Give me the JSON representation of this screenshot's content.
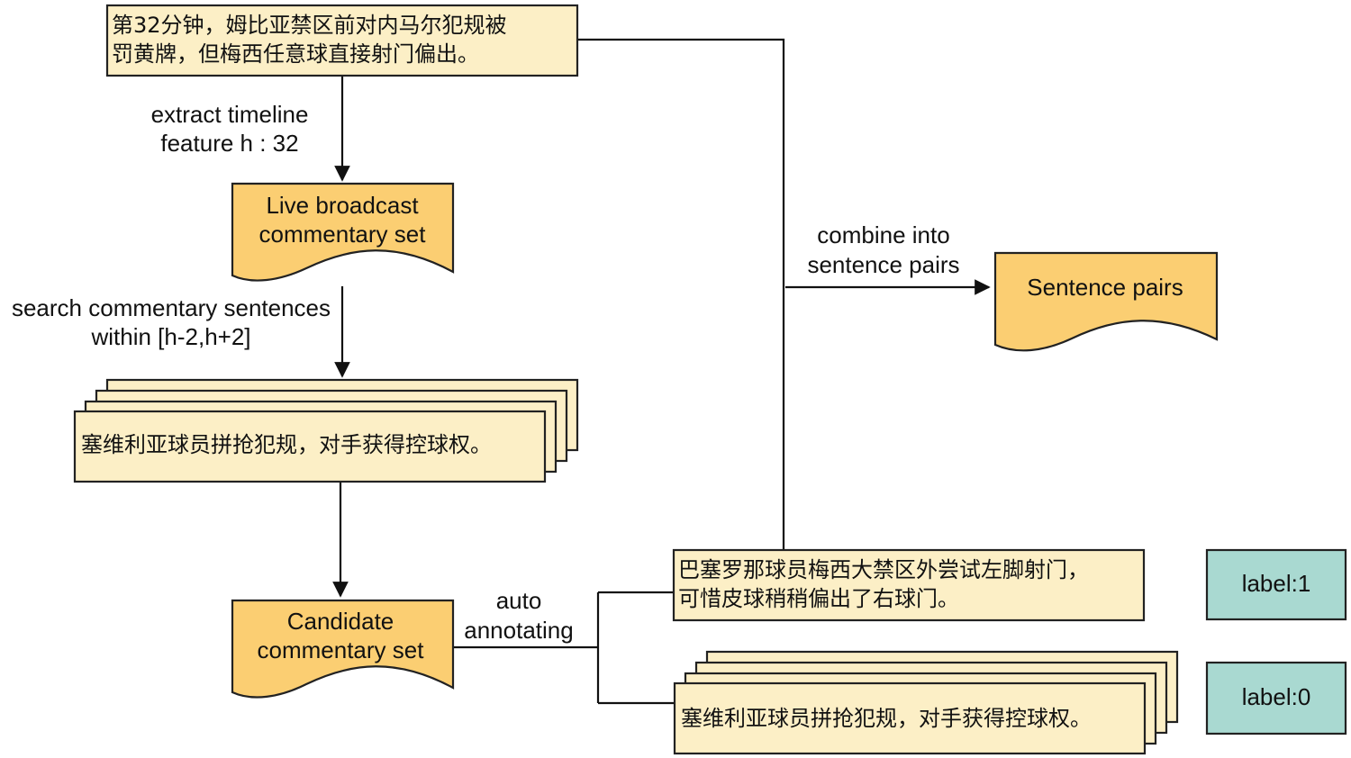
{
  "source_box": {
    "line1": "第32分钟，姆比亚禁区前对内马尔犯规被",
    "line2": "罚黄牌，但梅西任意球直接射门偏出。"
  },
  "edge_extract": {
    "line1": "extract timeline",
    "line2": "feature h : 32"
  },
  "live_set": {
    "line1": "Live broadcast",
    "line2": "commentary set"
  },
  "edge_search": {
    "line1": "search commentary sentences",
    "line2": "within [h-2,h+2]"
  },
  "stack_left": {
    "text": "塞维利亚球员拼抢犯规，对手获得控球权。"
  },
  "candidate_set": {
    "line1": "Candidate",
    "line2": "commentary set"
  },
  "edge_annotate": {
    "line1": "auto",
    "line2": "annotating"
  },
  "edge_combine": {
    "line1": "combine into",
    "line2": "sentence pairs"
  },
  "sentence_pairs": {
    "text": "Sentence pairs"
  },
  "positive_box": {
    "line1": "巴塞罗那球员梅西大禁区外尝试左脚射门，",
    "line2": "可惜皮球稍稍偏出了右球门。"
  },
  "stack_right": {
    "text": "塞维利亚球员拼抢犯规，对手获得控球权。"
  },
  "label_pos": {
    "text": "label:1"
  },
  "label_neg": {
    "text": "label:0"
  },
  "colors": {
    "note_fill": "#fcefc6",
    "document_fill": "#fbce72",
    "label_fill": "#a9d9d1",
    "stroke": "#222222"
  }
}
